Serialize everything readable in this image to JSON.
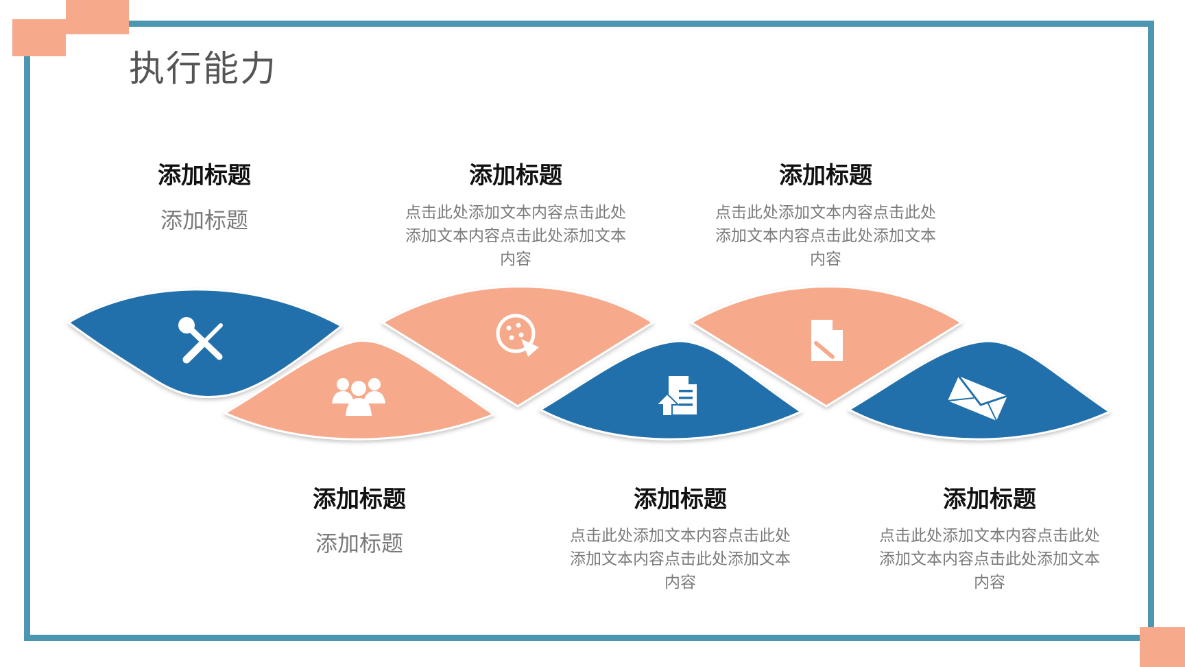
{
  "page": {
    "title": "执行能力"
  },
  "colors": {
    "frame": "#4b96b1",
    "accent": "#f6a98b",
    "blue": "#2070ab",
    "salmon": "#f6a98b"
  },
  "items": [
    {
      "title": "添加标题",
      "subtitle": "添加标题",
      "description": "",
      "icon": "tools-icon",
      "color": "blue"
    },
    {
      "title": "添加标题",
      "subtitle": "添加标题",
      "description": "",
      "icon": "group-icon",
      "color": "salmon"
    },
    {
      "title": "添加标题",
      "subtitle": "",
      "description": "点击此处添加文本内容点击此处添加文本内容点击此处添加文本内容",
      "icon": "pizza-icon",
      "color": "salmon"
    },
    {
      "title": "添加标题",
      "subtitle": "",
      "description": "点击此处添加文本内容点击此处添加文本内容点击此处添加文本内容",
      "icon": "document-upload-icon",
      "color": "blue"
    },
    {
      "title": "添加标题",
      "subtitle": "",
      "description": "点击此处添加文本内容点击此处添加文本内容点击此处添加文本内容",
      "icon": "document-edit-icon",
      "color": "salmon"
    },
    {
      "title": "添加标题",
      "subtitle": "",
      "description": "点击此处添加文本内容点击此处添加文本内容点击此处添加文本内容",
      "icon": "envelope-icon",
      "color": "blue"
    }
  ]
}
